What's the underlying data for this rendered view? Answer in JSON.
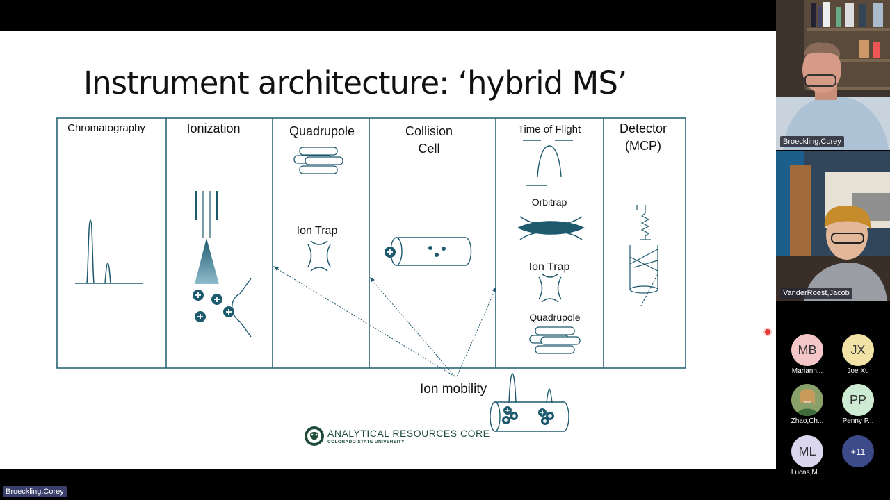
{
  "slide": {
    "title": "Instrument architecture: ‘hybrid MS’",
    "stages": {
      "chromatography": "Chromatography",
      "ionization": "Ionization",
      "quadrupole": "Quadrupole",
      "collision_line1": "Collision",
      "collision_line2": "Cell",
      "tof": "Time of Flight",
      "detector_line1": "Detector",
      "detector_line2": "(MCP)"
    },
    "sub_labels": {
      "ion_trap_1": "Ion Trap",
      "orbitrap": "Orbitrap",
      "ion_trap_2": "Ion Trap",
      "quadrupole_2": "Quadrupole"
    },
    "ion_mobility": "Ion mobility",
    "logo": {
      "name": "ANALYTICAL RESOURCES CORE",
      "university": "COLORADO STATE UNIVERSITY"
    },
    "colors": {
      "accent": "#1e5a6e",
      "border": "#2a6478"
    }
  },
  "participants": {
    "video": [
      {
        "name": "Broeckling,Corey"
      },
      {
        "name": "VanderRoest,Jacob"
      }
    ],
    "avatars": [
      {
        "initials": "MB",
        "name": "Mariann...",
        "color": "#f4c6c8"
      },
      {
        "initials": "JX",
        "name": "Joe Xu",
        "color": "#f2e2a6"
      },
      {
        "initials": "",
        "name": "Zhao,Ch...",
        "color": "#8aa06a"
      },
      {
        "initials": "PP",
        "name": "Penny P...",
        "color": "#cdebd2"
      },
      {
        "initials": "ML",
        "name": "Lucas,M...",
        "color": "#d9d6ee"
      },
      {
        "initials": "+11",
        "name": "",
        "color": "#3d4a8a"
      }
    ]
  },
  "active_speaker": "Broeckling,Corey"
}
